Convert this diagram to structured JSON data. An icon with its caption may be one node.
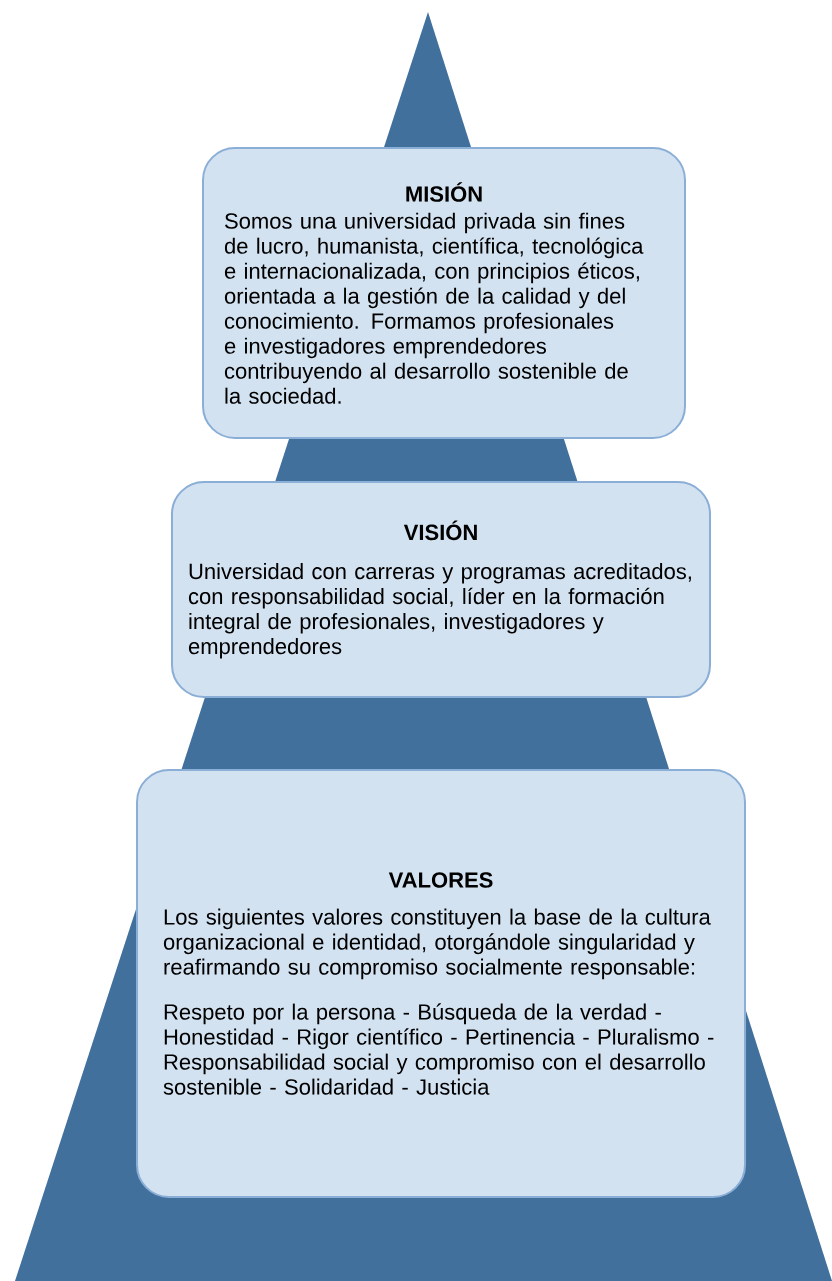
{
  "diagram": {
    "nodes": [
      {
        "text": [
          "MISIÓN",
          "Somos una universidad privada sin fines de lucro, humanista, científica, tecnológica e internacionalizada, con principios éticos, orientada a la gestión de la calidad y del conocimiento. Formamos profesionales e investigadores emprendedores contribuyendo al desarrollo sostenible de la sociedad."
        ]
      },
      {
        "text": [
          "VISIÓN",
          "Universidad con carreras y programas acreditados, con responsabilidad social, líder en la formación integral de profesionales, investigadores y emprendedores"
        ]
      },
      {
        "text": [
          "VALORES",
          "Los siguientes valores constituyen la base de la cultura organizacional e identidad, otorgándole singularidad y reafirmando su compromiso socialmente responsable:",
          "Respeto por la persona - Búsqueda de la verdad - Honestidad - Rigor científico - Pertinencia - Pluralismo - Responsabilidad social y compromiso con el desarrollo sostenible - Solidaridad - Justicia"
        ]
      }
    ]
  }
}
